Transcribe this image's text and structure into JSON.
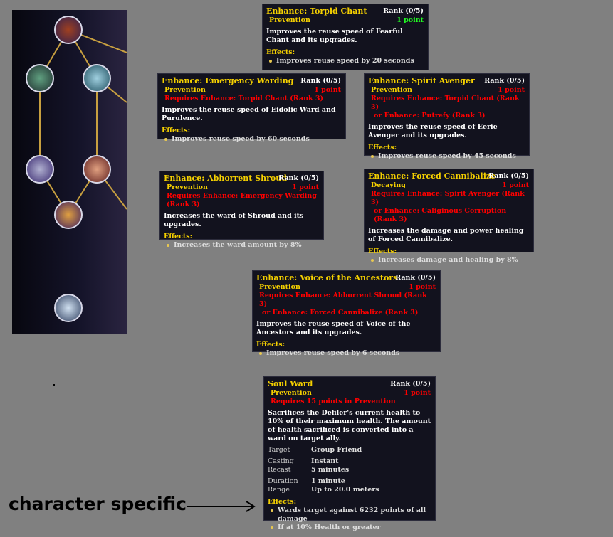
{
  "tree_nodes": [
    "node-1",
    "node-2",
    "node-3",
    "node-4",
    "node-5",
    "node-6",
    "node-7"
  ],
  "tooltips": [
    {
      "title": "Enhance: Torpid Chant",
      "rank": "Rank (0/5)",
      "category": "Prevention",
      "cost": "1 point",
      "requires": [],
      "description": "Improves the reuse speed of Fearful Chant and its upgrades.",
      "effects_label": "Effects:",
      "effects": [
        "Improves reuse speed by 20 seconds"
      ]
    },
    {
      "title": "Enhance: Emergency Warding",
      "rank": "Rank (0/5)",
      "category": "Prevention",
      "cost": "1 point",
      "requires": [
        "Requires Enhance: Torpid Chant (Rank 3)"
      ],
      "description": "Improves the reuse speed of Eidolic Ward and Purulence.",
      "effects_label": "Effects:",
      "effects": [
        "Improves reuse speed by 60 seconds"
      ]
    },
    {
      "title": "Enhance: Spirit Avenger",
      "rank": "Rank (0/5)",
      "category": "Prevention",
      "cost": "1 point",
      "requires": [
        "Requires Enhance: Torpid Chant (Rank 3)",
        "or Enhance: Putrefy (Rank 3)"
      ],
      "description": "Improves the reuse speed of Eerie Avenger and its upgrades.",
      "effects_label": "Effects:",
      "effects": [
        "Improves reuse speed by 45 seconds"
      ]
    },
    {
      "title": "Enhance: Abhorrent Shroud",
      "rank": "Rank (0/5)",
      "category": "Prevention",
      "cost": "1 point",
      "requires": [
        "Requires Enhance: Emergency Warding (Rank 3)"
      ],
      "description": "Increases the ward of Shroud and its upgrades.",
      "effects_label": "Effects:",
      "effects": [
        "Increases the ward amount by 8%"
      ]
    },
    {
      "title": "Enhance: Forced Cannibalize",
      "rank": "Rank (0/5)",
      "category": "Decaying",
      "cost": "1 point",
      "requires": [
        "Requires Enhance: Spirit Avenger (Rank 3)",
        "or Enhance: Caliginous Corruption (Rank 3)"
      ],
      "description": "Increases the damage and power healing of Forced Cannibalize.",
      "effects_label": "Effects:",
      "effects": [
        "Increases damage and healing by 8%"
      ]
    },
    {
      "title": "Enhance: Voice of the Ancestors",
      "rank": "Rank (0/5)",
      "category": "Prevention",
      "cost": "1 point",
      "requires": [
        "Requires Enhance: Abhorrent Shroud (Rank 3)",
        "or Enhance: Forced Cannibalize (Rank 3)"
      ],
      "description": "Improves the reuse speed of Voice of the Ancestors and its upgrades.",
      "effects_label": "Effects:",
      "effects": [
        "Improves reuse speed by 6 seconds"
      ]
    }
  ],
  "soul_ward": {
    "title": "Soul Ward",
    "rank": "Rank (0/5)",
    "category": "Prevention",
    "cost": "1 point",
    "requires": "Requires 15 points in Prevention",
    "description": "Sacrifices the Defiler's current health to 10% of their maximum health. The amount of health sacrificed is converted into a ward on target ally.",
    "stats": [
      {
        "k": "Target",
        "v": "Group Friend"
      },
      {
        "k": "Casting",
        "v": "Instant"
      },
      {
        "k": "Recast",
        "v": "5 minutes"
      },
      {
        "k": "Duration",
        "v": "1 minute"
      },
      {
        "k": "Range",
        "v": "Up to 20.0 meters"
      }
    ],
    "effects_label": "Effects:",
    "effects": [
      "Wards target against 6232 points of all damage",
      "If at 10% Health or greater"
    ]
  },
  "annotation": "character specific"
}
